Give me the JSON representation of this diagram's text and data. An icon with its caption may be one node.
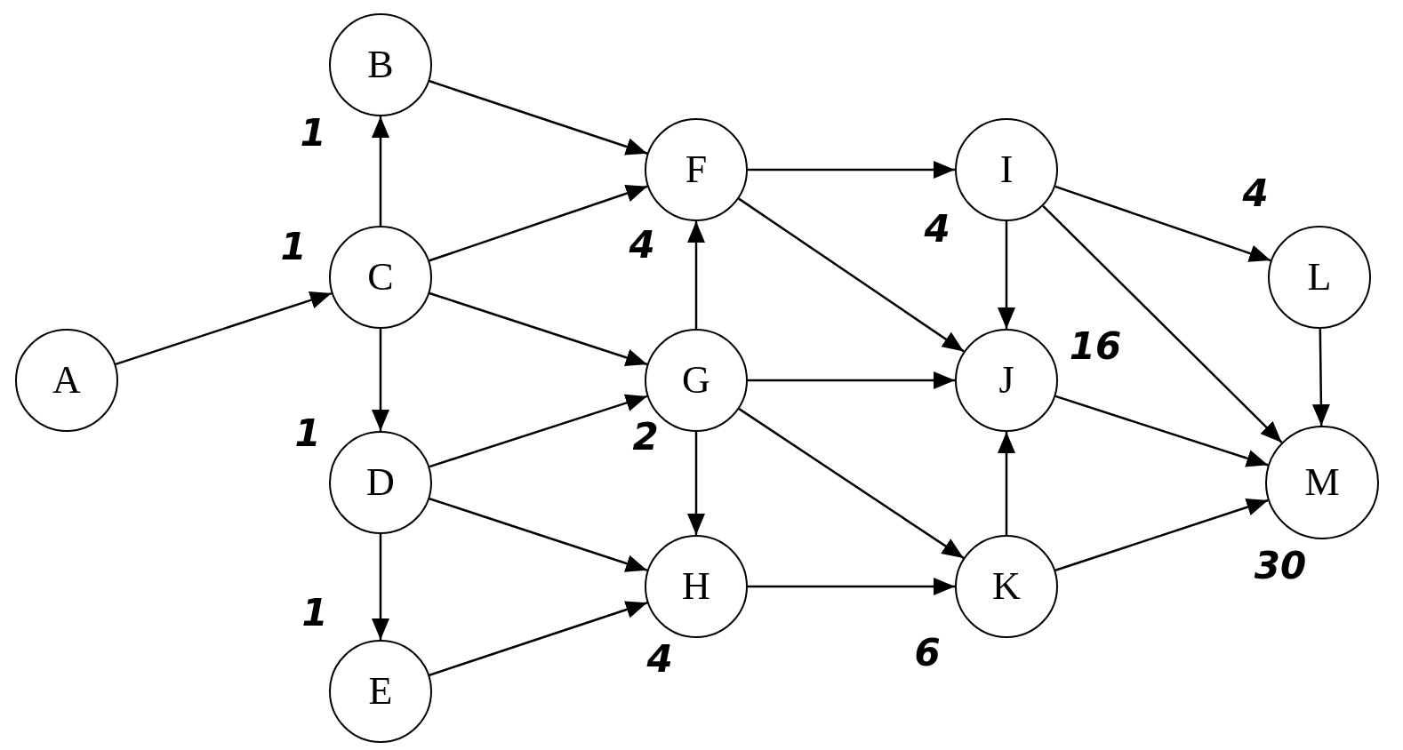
{
  "diagram": {
    "nodes": [
      {
        "text": [
          "A"
        ]
      },
      {
        "text": [
          "B"
        ],
        "beside": [
          "1"
        ]
      },
      {
        "text": [
          "C"
        ],
        "beside": [
          "1"
        ]
      },
      {
        "text": [
          "D"
        ],
        "beside": [
          "1"
        ]
      },
      {
        "text": [
          "E"
        ],
        "beside": [
          "1"
        ]
      },
      {
        "text": [
          "F"
        ],
        "beside": [
          "4"
        ]
      },
      {
        "text": [
          "G"
        ],
        "beside": [
          "2"
        ]
      },
      {
        "text": [
          "H"
        ],
        "beside": [
          "4"
        ]
      },
      {
        "text": [
          "I"
        ],
        "beside": [
          "4"
        ]
      },
      {
        "text": [
          "J"
        ],
        "beside": [
          "16"
        ]
      },
      {
        "text": [
          "K"
        ],
        "beside": [
          "6"
        ]
      },
      {
        "text": [
          "L"
        ],
        "beside": [
          "4"
        ]
      },
      {
        "text": [
          "M"
        ],
        "beside": [
          "30"
        ]
      }
    ],
    "edges": [
      {
        "from": 0,
        "to": 2,
        "arrow": "to"
      },
      {
        "from": 2,
        "to": 1,
        "arrow": "to"
      },
      {
        "from": 1,
        "to": 5,
        "arrow": "to"
      },
      {
        "from": 2,
        "to": 5,
        "arrow": "to"
      },
      {
        "from": 2,
        "to": 6,
        "arrow": "to"
      },
      {
        "from": 2,
        "to": 3,
        "arrow": "to"
      },
      {
        "from": 3,
        "to": 6,
        "arrow": "to"
      },
      {
        "from": 3,
        "to": 7,
        "arrow": "to"
      },
      {
        "from": 3,
        "to": 4,
        "arrow": "to"
      },
      {
        "from": 4,
        "to": 7,
        "arrow": "to"
      },
      {
        "from": 6,
        "to": 5,
        "arrow": "to"
      },
      {
        "from": 6,
        "to": 7,
        "arrow": "to"
      },
      {
        "from": 5,
        "to": 8,
        "arrow": "to"
      },
      {
        "from": 5,
        "to": 9,
        "arrow": "to"
      },
      {
        "from": 6,
        "to": 9,
        "arrow": "to"
      },
      {
        "from": 6,
        "to": 10,
        "arrow": "to"
      },
      {
        "from": 7,
        "to": 10,
        "arrow": "to"
      },
      {
        "from": 8,
        "to": 9,
        "arrow": "to"
      },
      {
        "from": 8,
        "to": 11,
        "arrow": "to"
      },
      {
        "from": 8,
        "to": 12,
        "arrow": "to"
      },
      {
        "from": 10,
        "to": 9,
        "arrow": "to"
      },
      {
        "from": 9,
        "to": 12,
        "arrow": "to"
      },
      {
        "from": 10,
        "to": 12,
        "arrow": "to"
      },
      {
        "from": 11,
        "to": 12,
        "arrow": "to"
      }
    ]
  }
}
